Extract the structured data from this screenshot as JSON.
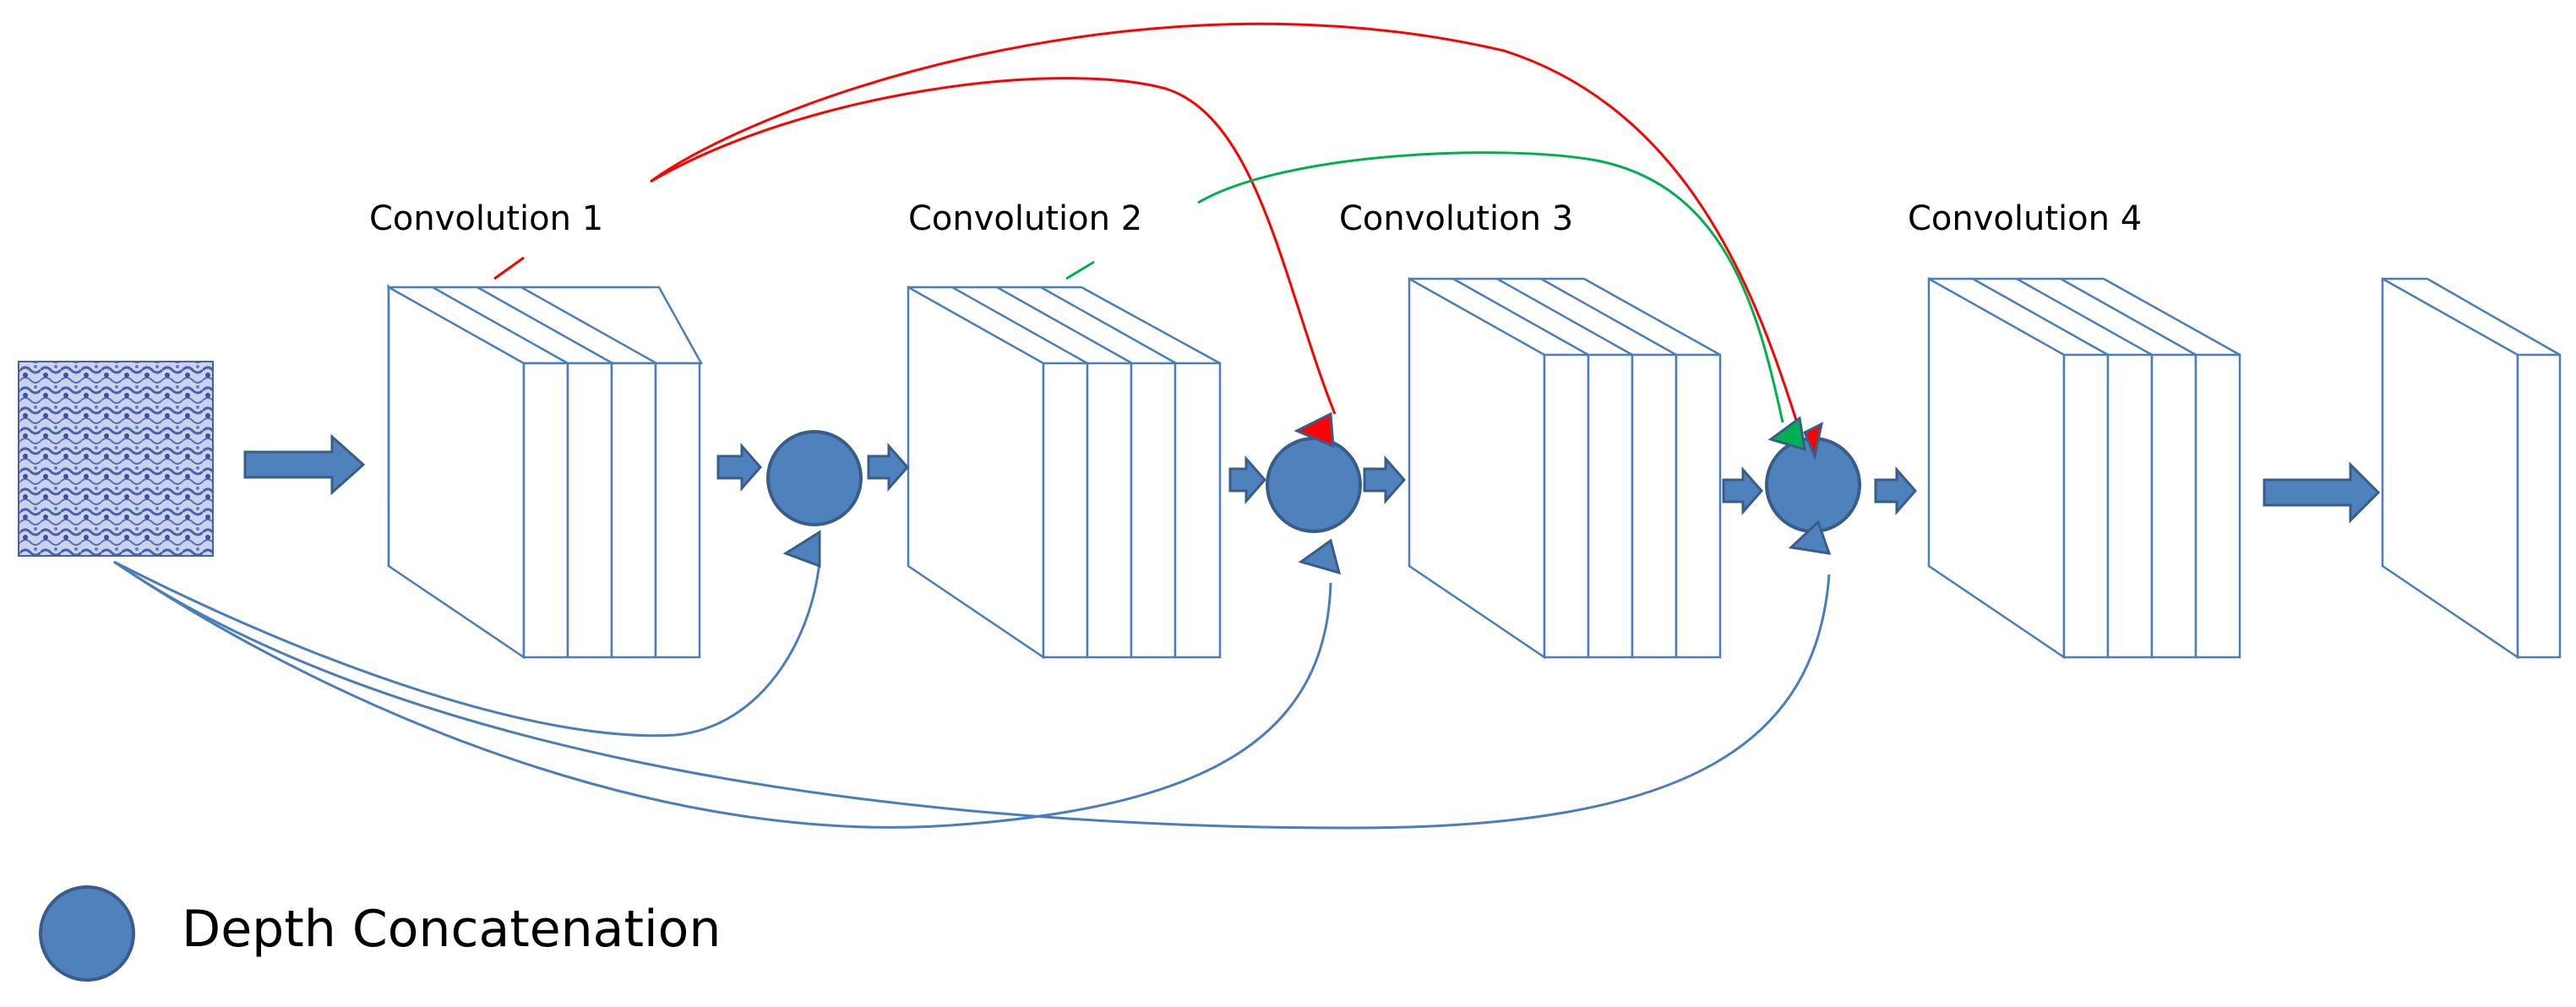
{
  "layers": [
    {
      "label": "Convolution  1"
    },
    {
      "label": "Convolution  2"
    },
    {
      "label": "Convolution  3"
    },
    {
      "label": "Convolution  4"
    }
  ],
  "legend": {
    "label": "Depth Concatenation"
  },
  "colors": {
    "block_outline": "#4a7ebb",
    "arrow_fill": "#4f81bd",
    "arrow_stroke": "#385d8a",
    "skip_blue": "#4a7ebb",
    "skip_red": "#ff0000",
    "skip_green": "#00b050",
    "input_texture": "#4a5fa8"
  }
}
